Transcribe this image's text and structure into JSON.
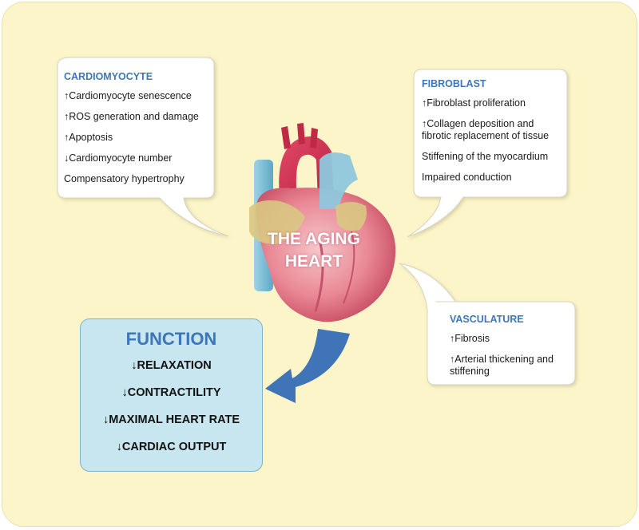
{
  "heart_label": [
    "THE AGING",
    "HEART"
  ],
  "cardiomyocyte": {
    "title": "CARDIOMYOCYTE",
    "items": [
      "↑Cardiomyocyte senescence",
      "↑ROS generation and damage",
      "↑Apoptosis",
      "↓Cardiomyocyte number",
      "Compensatory hypertrophy"
    ]
  },
  "fibroblast": {
    "title": "FIBROBLAST",
    "items": [
      "↑Fibroblast proliferation",
      "↑Collagen deposition and fibrotic replacement of tissue",
      "Stiffening of the myocardium",
      "Impaired conduction"
    ]
  },
  "vasculature": {
    "title": "VASCULATURE",
    "items": [
      "↑Fibrosis",
      "↑Arterial thickening and stiffening"
    ]
  },
  "function": {
    "title": "FUNCTION",
    "items": [
      "↓RELAXATION",
      "↓CONTRACTILITY",
      "↓MAXIMAL HEART RATE",
      "↓CARDIAC OUTPUT"
    ]
  },
  "colors": {
    "background": "#fbf5c9",
    "title_blue": "#3d77b9",
    "function_box": "#c8e6ef",
    "arrow": "#3f74b8"
  }
}
